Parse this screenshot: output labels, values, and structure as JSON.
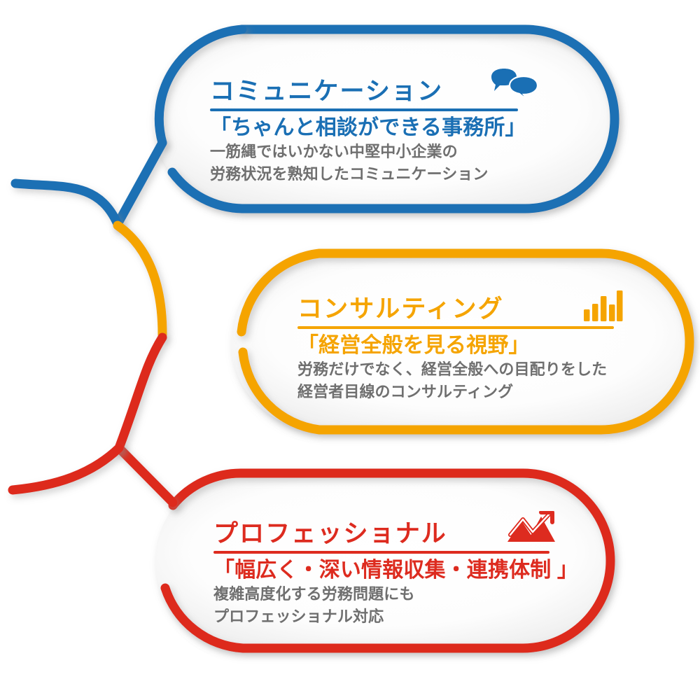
{
  "diagram": {
    "type": "mind-map",
    "title_semantic": "three-strengths-branch-diagram",
    "branch_count": 3,
    "colors": {
      "blue": "#1A6FB4",
      "orange": "#F5A400",
      "red": "#DD2B1F",
      "body_text": "#6F6F6F",
      "background": "#FFFFFF"
    }
  },
  "cards": [
    {
      "id": "communication",
      "accent": "#1A6FB4",
      "title": "コミュニケーション",
      "subtitle": "「ちゃんと相談ができる事務所」",
      "body_lines": [
        "一筋縄ではいかない中堅中小企業の",
        "労務状況を熟知したコミュニケーション"
      ],
      "icon": "speech-bubbles-icon"
    },
    {
      "id": "consulting",
      "accent": "#F5A400",
      "title": "コンサルティング",
      "subtitle": "「経営全般を見る視野」",
      "body_lines": [
        "労務だけでなく、経営全般への目配りをした",
        "経営者目線のコンサルティング"
      ],
      "icon": "bar-chart-icon"
    },
    {
      "id": "professional",
      "accent": "#DD2B1F",
      "title": "プロフェッショナル",
      "subtitle": "「幅広く・深い情報収集・連携体制 」",
      "body_lines": [
        "複雑高度化する労務問題にも",
        "プロフェッショナル対応"
      ],
      "icon": "mountain-trend-icon"
    }
  ],
  "icons": {
    "speech_bubbles": "speech-bubbles-icon",
    "bar_chart": "bar-chart-icon",
    "mountain_trend": "mountain-trend-icon"
  },
  "bar_chart_icon": {
    "bars": [
      38,
      62,
      88,
      58,
      100
    ]
  }
}
